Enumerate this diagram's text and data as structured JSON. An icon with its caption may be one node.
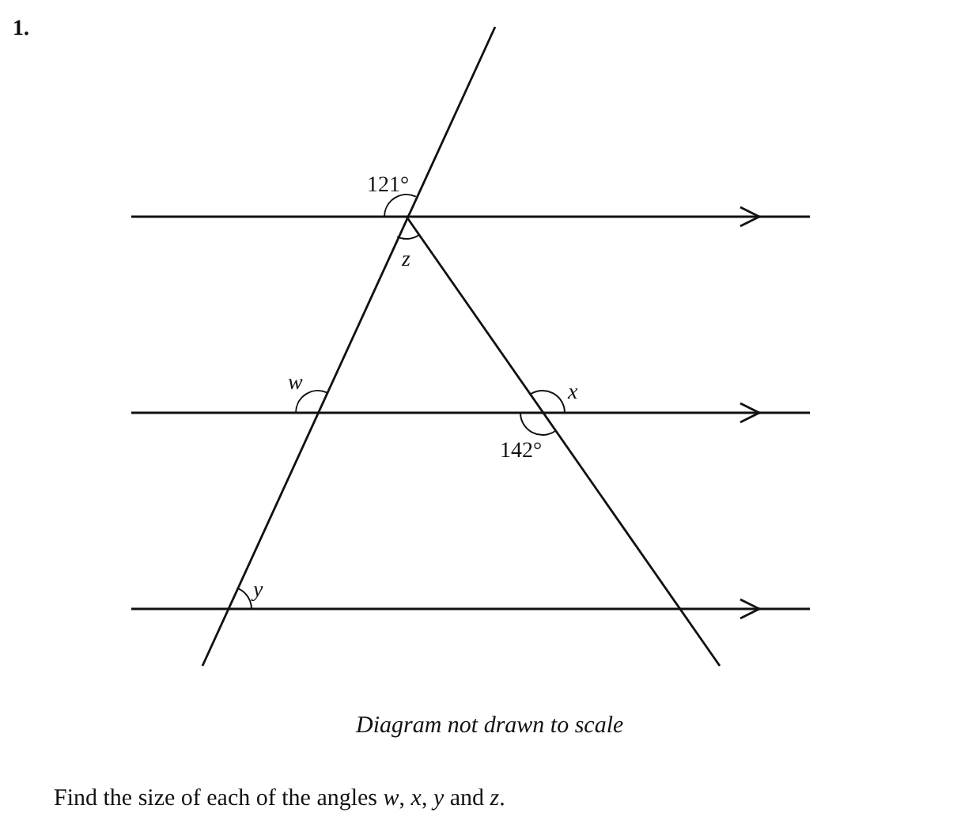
{
  "diagram": {
    "caption": "Diagram not drawn to scale",
    "labels": [
      "1.",
      "121°",
      "z",
      "w",
      "x",
      "142°",
      "y",
      "Find the size of each of the angles *w*, *x*, *y* and *z*."
    ]
  }
}
